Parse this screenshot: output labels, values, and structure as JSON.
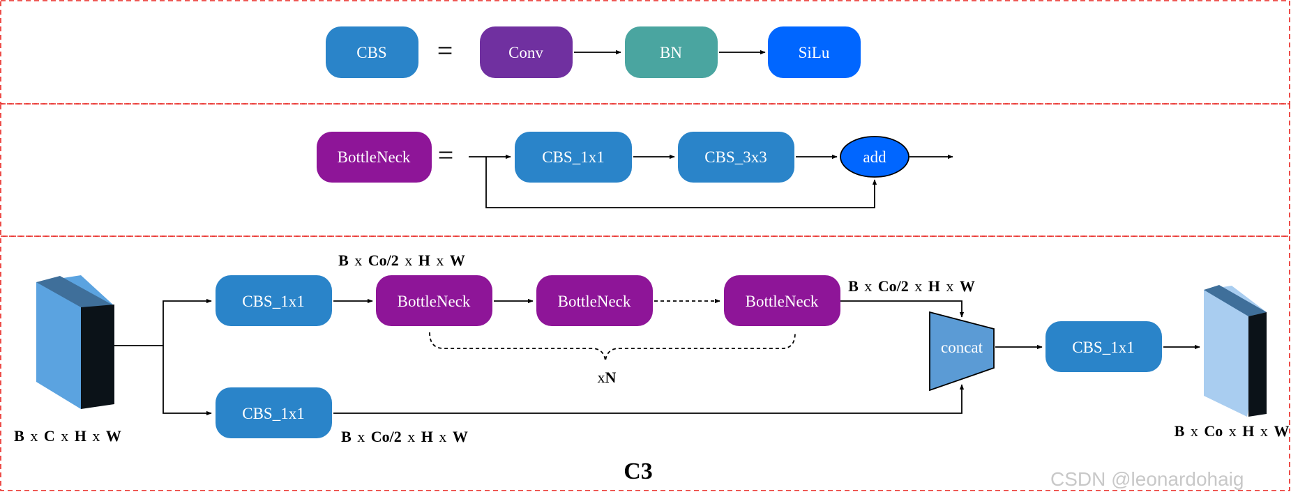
{
  "colors": {
    "cbs": "#2a84c9",
    "conv": "#7030a0",
    "bn": "#4aa5a0",
    "silu": "#0066ff",
    "bottleneck": "#8e1598",
    "add": "#0066ff",
    "concat": "#5b9bd5",
    "frame": "#e8211c",
    "tensor_in_front": "#5ba3e0",
    "tensor_in_top": "#3f6f9a",
    "tensor_in_side": "#0b1218",
    "tensor_out_front": "#a9cdf0",
    "tensor_out_top": "#3f6f9a",
    "tensor_out_side": "#0b1218"
  },
  "cbs_definition": {
    "lhs": "CBS",
    "equals": "=",
    "conv": "Conv",
    "bn": "BN",
    "silu": "SiLu"
  },
  "bottleneck_definition": {
    "lhs": "BottleNeck",
    "equals": "=",
    "cbs_1x1": "CBS_1x1",
    "cbs_3x3": "CBS_3x3",
    "add": "add"
  },
  "c3": {
    "title": "C3",
    "input_dims": {
      "b": "B",
      "x1": "x",
      "c": "C",
      "x2": "x",
      "h": "H",
      "x3": "x",
      "w": "W"
    },
    "top_branch_dims": {
      "b": "B",
      "x1": "x",
      "c": "Co/2",
      "x2": "x",
      "h": "H",
      "x3": "x",
      "w": "W"
    },
    "bottleneck_out_dims": {
      "b": "B",
      "x1": "x",
      "c": "Co/2",
      "x2": "x",
      "h": "H",
      "x3": "x",
      "w": "W"
    },
    "bottom_branch_dims": {
      "b": "B",
      "x1": "x",
      "c": "Co/2",
      "x2": "x",
      "h": "H",
      "x3": "x",
      "w": "W"
    },
    "output_dims": {
      "b": "B",
      "x1": "x",
      "c": "Co",
      "x2": "x",
      "h": "H",
      "x3": "x",
      "w": "W"
    },
    "cbs_top": "CBS_1x1",
    "cbs_bottom": "CBS_1x1",
    "bottleneck_1": "BottleNeck",
    "bottleneck_2": "BottleNeck",
    "bottleneck_n": "BottleNeck",
    "repeat_x": "x",
    "repeat_n": "N",
    "concat": "concat",
    "cbs_out": "CBS_1x1"
  },
  "watermark": "CSDN @leonardohaig"
}
